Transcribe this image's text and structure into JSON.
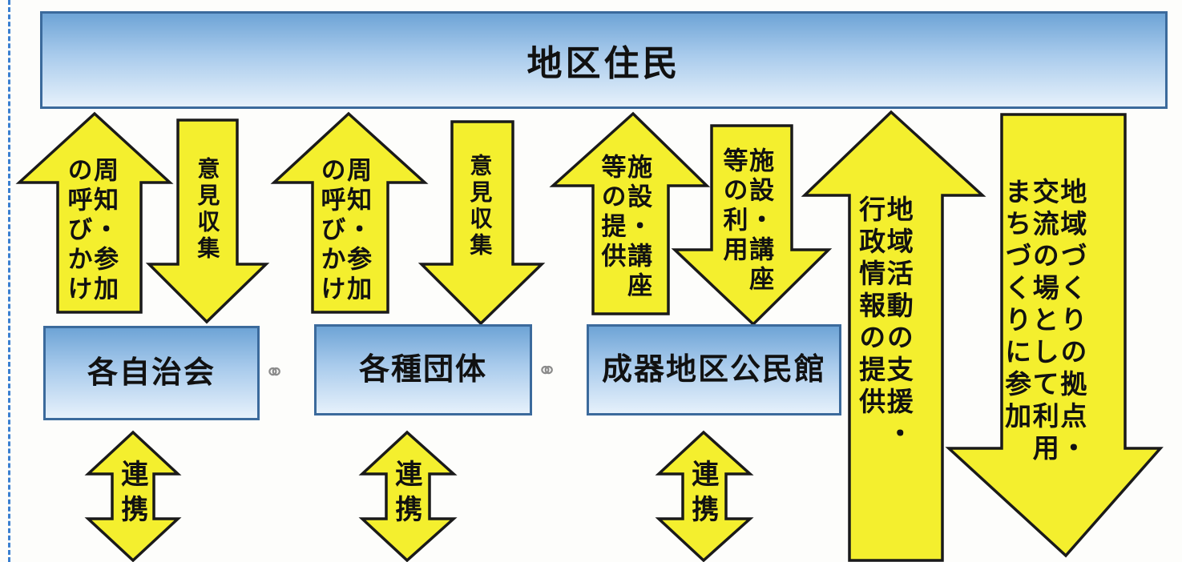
{
  "top": {
    "title": "地区住民"
  },
  "organizations": {
    "jichikai": "各自治会",
    "dantai": "各種団体",
    "kominkan": "成器地区公民館"
  },
  "arrows": {
    "announce_1": "周知・参加\nの呼びかけ",
    "opinion_1": "意見収集",
    "announce_2": "周知・参加\nの呼びかけ",
    "opinion_2": "意見収集",
    "provide": "施設・講座\n等の提供",
    "use": "施設・講座\n等の利用",
    "support": "地域活動の支援・\n行政情報の提供",
    "participate": "地域づくりの拠点・\n交流の場として利用\nまちづくりに参加",
    "renkei_1": "連携",
    "renkei_2": "連携",
    "renkei_3": "連携"
  },
  "icons": {
    "link": "handshake-icon",
    "arrow_color": "#f4ef2e",
    "box_color": "#8fbce6"
  }
}
